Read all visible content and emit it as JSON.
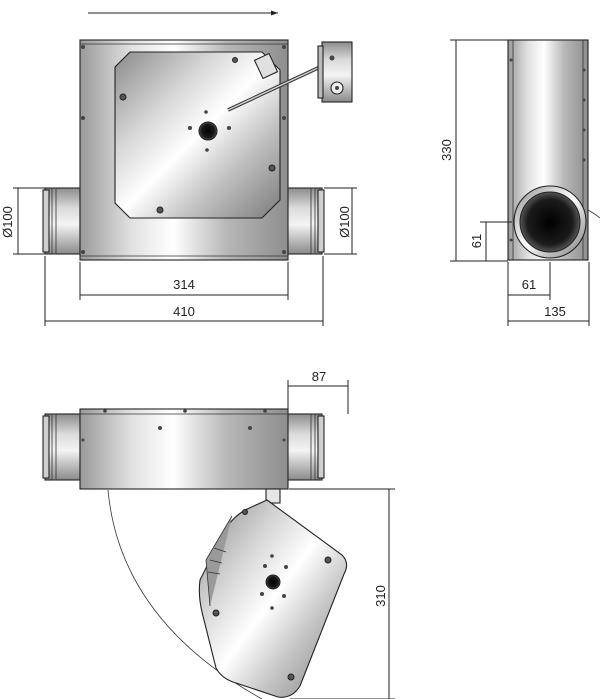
{
  "views": {
    "front": {
      "dimensions": {
        "inlet_diameter": "Ø100",
        "outlet_diameter": "Ø100",
        "body_width": "314",
        "overall_width": "410"
      }
    },
    "side": {
      "dimensions": {
        "height": "330",
        "spigot_height": "61",
        "spigot_offset": "61",
        "depth": "135"
      }
    },
    "top": {
      "dimensions": {
        "lid_hinge_offset": "87",
        "lid_length": "310"
      }
    }
  },
  "colors": {
    "line": "#222222",
    "metal_light": "#f2f2f2",
    "metal_mid": "#bdbdbd",
    "metal_dark": "#7a7a7a",
    "hole": "#1a1a1a"
  }
}
